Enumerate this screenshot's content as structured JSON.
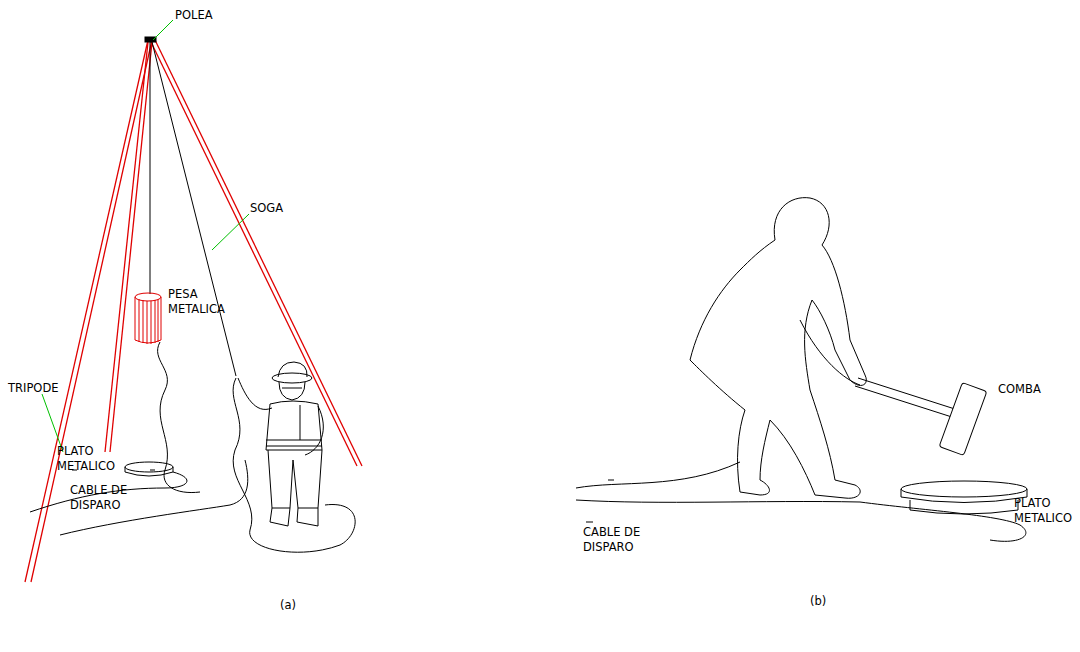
{
  "diagram": {
    "labels": [
      "POLEA",
      "SOGA",
      "TRIPODE",
      "PESA METALICA",
      "PLATO METALICO",
      "CABLE DE DISPARO",
      "COMBA",
      "PLATO METALICO",
      "CABLE DE DISPARO",
      "(a)",
      "(b)"
    ]
  }
}
